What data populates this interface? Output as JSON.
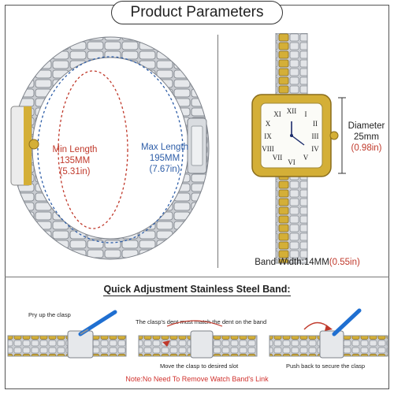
{
  "header": {
    "title": "Product Parameters"
  },
  "bracelet": {
    "min_label": "Min Length",
    "min_mm": "135MM",
    "min_in": "(5.31in)",
    "max_label": "Max Length",
    "max_mm": "195MM",
    "max_in": "(7.67in)"
  },
  "watch": {
    "diameter_label": "Diameter",
    "diameter_mm": "25mm",
    "diameter_in": "(0.98in)",
    "band_width_text": "Band Width:14MM",
    "band_width_in": "(0.55in)"
  },
  "adjustment": {
    "title": "Quick Adjustment Stainless Steel Band:",
    "step1": "Pry up the clasp",
    "step2_top": "The clasp's dent must match the dent on the band",
    "step2_bottom": "Move the clasp to desired slot",
    "step3": "Push back to secure the clasp",
    "note": "Note:No Need To Remove Watch Band's Link"
  },
  "colors": {
    "accent_red": "#c0392b",
    "accent_blue": "#2e5ea8",
    "gold": "#d4af37",
    "silver": "#b8bcc2"
  }
}
